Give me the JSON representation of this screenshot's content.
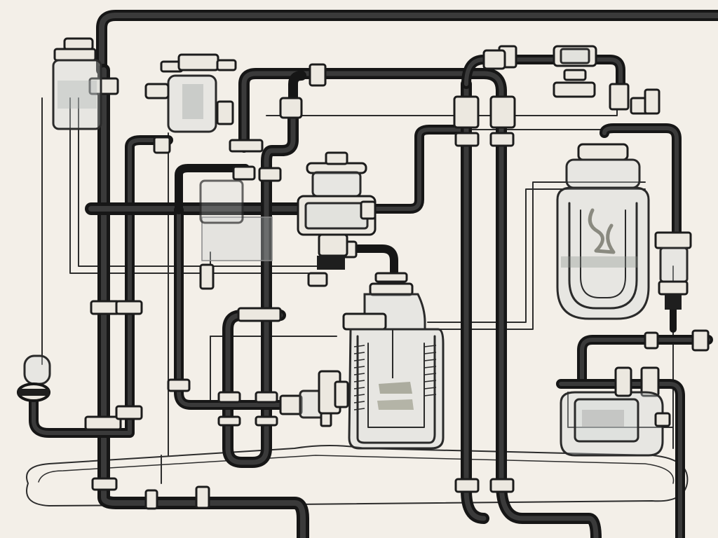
{
  "colors": {
    "background": "#f3efe8",
    "pipe_outline": "#161616",
    "pipe_fill": "#3a3a3a",
    "glass_fill": "#d2d7d7",
    "liquid": "#9e9e8e",
    "thin_line": "#2c2c2c"
  },
  "objects": [
    "pipe-network",
    "reservoir-jar",
    "vacuum-gauge",
    "glass-vessel",
    "coil-jar",
    "flask",
    "inline-filter"
  ]
}
